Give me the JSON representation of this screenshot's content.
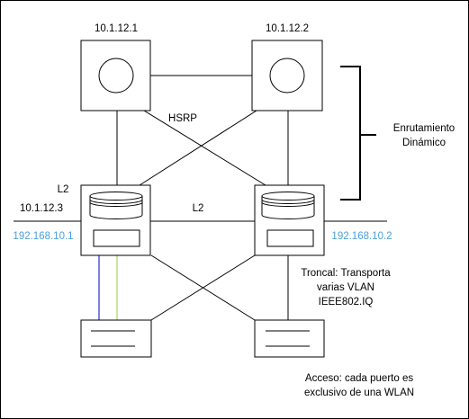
{
  "routers": {
    "left": {
      "ip": "10.1.12.1"
    },
    "right": {
      "ip": "10.1.12.2"
    }
  },
  "labels": {
    "hsrp": "HSRP",
    "l2_left": "L2",
    "l2_middle": "L2",
    "ip_left_switch": "10.1.12.3",
    "routing_line1": "Enrutamiento",
    "routing_line2": "Dinámico"
  },
  "switches": {
    "left": {
      "ip": "192.168.10.1"
    },
    "right": {
      "ip": "192.168.10.2"
    }
  },
  "notes": {
    "trunk": [
      "Troncal: Transporta",
      "varias VLAN",
      "IEEE802.IQ"
    ],
    "access": [
      "Acceso: cada puerto es",
      "exclusivo de una WLAN"
    ]
  },
  "colors": {
    "ip_text": "#4a9fde",
    "access_link_blue": "#0000cc",
    "access_link_green": "#99cc33"
  }
}
